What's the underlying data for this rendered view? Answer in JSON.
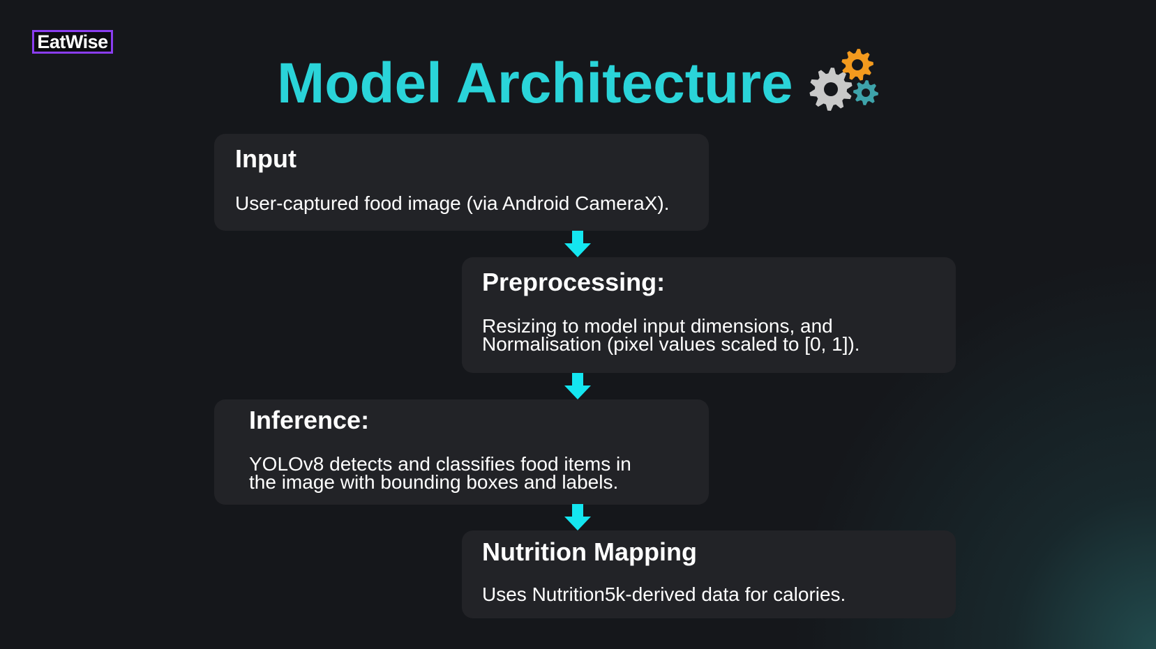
{
  "brand": {
    "logo_text": "EatWise"
  },
  "page": {
    "title": "Model Architecture",
    "title_icon": "gears-icon"
  },
  "colors": {
    "title": "#2ad4d9",
    "arrow": "#14e6f0",
    "card_bg": "#222327",
    "logo_border": "#8a3df0",
    "gear_gray": "#c9c9c9",
    "gear_orange": "#f39a1e",
    "gear_teal": "#3ea3aa"
  },
  "pipeline": {
    "steps": [
      {
        "heading": "Input",
        "lines": [
          "User-captured food image (via Android CameraX)."
        ]
      },
      {
        "heading": "Preprocessing:",
        "lines": [
          "Resizing to model input dimensions, and",
          "Normalisation (pixel values scaled to [0, 1])."
        ]
      },
      {
        "heading": "Inference:",
        "lines": [
          "YOLOv8 detects and classifies food items in",
          "the image with bounding boxes and labels."
        ]
      },
      {
        "heading": "Nutrition Mapping",
        "lines": [
          "Uses Nutrition5k-derived data for calories."
        ]
      }
    ],
    "connector_icon": "arrow-down-icon"
  }
}
